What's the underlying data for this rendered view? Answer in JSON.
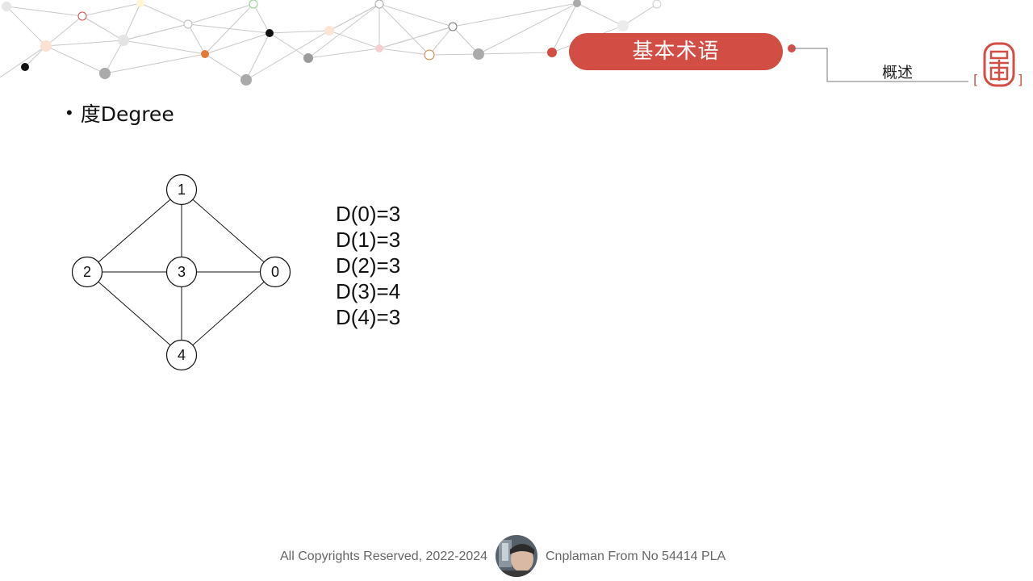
{
  "header": {
    "title": "基本术语",
    "section_label": "概述",
    "accent_color": "#d24e45"
  },
  "content": {
    "bullet_icon": "bullet-dot",
    "bullet_text": "度Degree"
  },
  "graph": {
    "nodes": [
      "0",
      "1",
      "2",
      "3",
      "4"
    ],
    "edges": [
      [
        "1",
        "2"
      ],
      [
        "1",
        "3"
      ],
      [
        "1",
        "0"
      ],
      [
        "2",
        "3"
      ],
      [
        "3",
        "0"
      ],
      [
        "2",
        "4"
      ],
      [
        "3",
        "4"
      ],
      [
        "0",
        "4"
      ]
    ]
  },
  "degrees": [
    "D(0)=3",
    "D(1)=3",
    "D(2)=3",
    "D(3)=4",
    "D(4)=3"
  ],
  "footer": {
    "copyright": "All Copyrights Reserved, 2022-2024",
    "author": "Cnplaman From No 54414 PLA"
  }
}
